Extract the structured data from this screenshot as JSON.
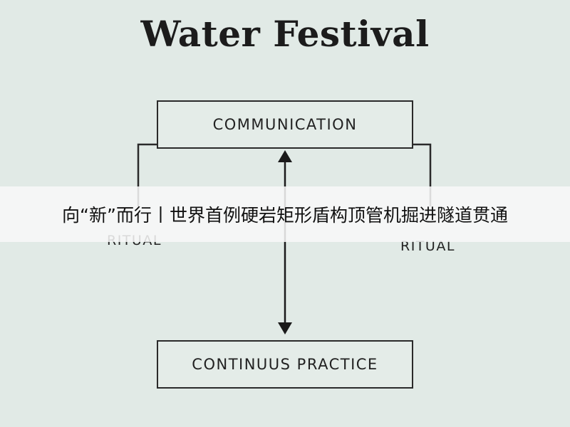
{
  "diagram": {
    "title": "Water Festival",
    "top_node": "COMMUNICATION",
    "bottom_node": "CONTINUUS PRACTICE",
    "left_label": "RITUAL",
    "right_label": "RITUAL",
    "edges": [
      {
        "from": "COMMUNICATION",
        "to": "CONTINUUS PRACTICE",
        "direction": "bidirectional"
      }
    ]
  },
  "overlay": {
    "caption": "向“新”而行丨世界首例硬岩矩形盾构顶管机掘进隧道贯通"
  }
}
